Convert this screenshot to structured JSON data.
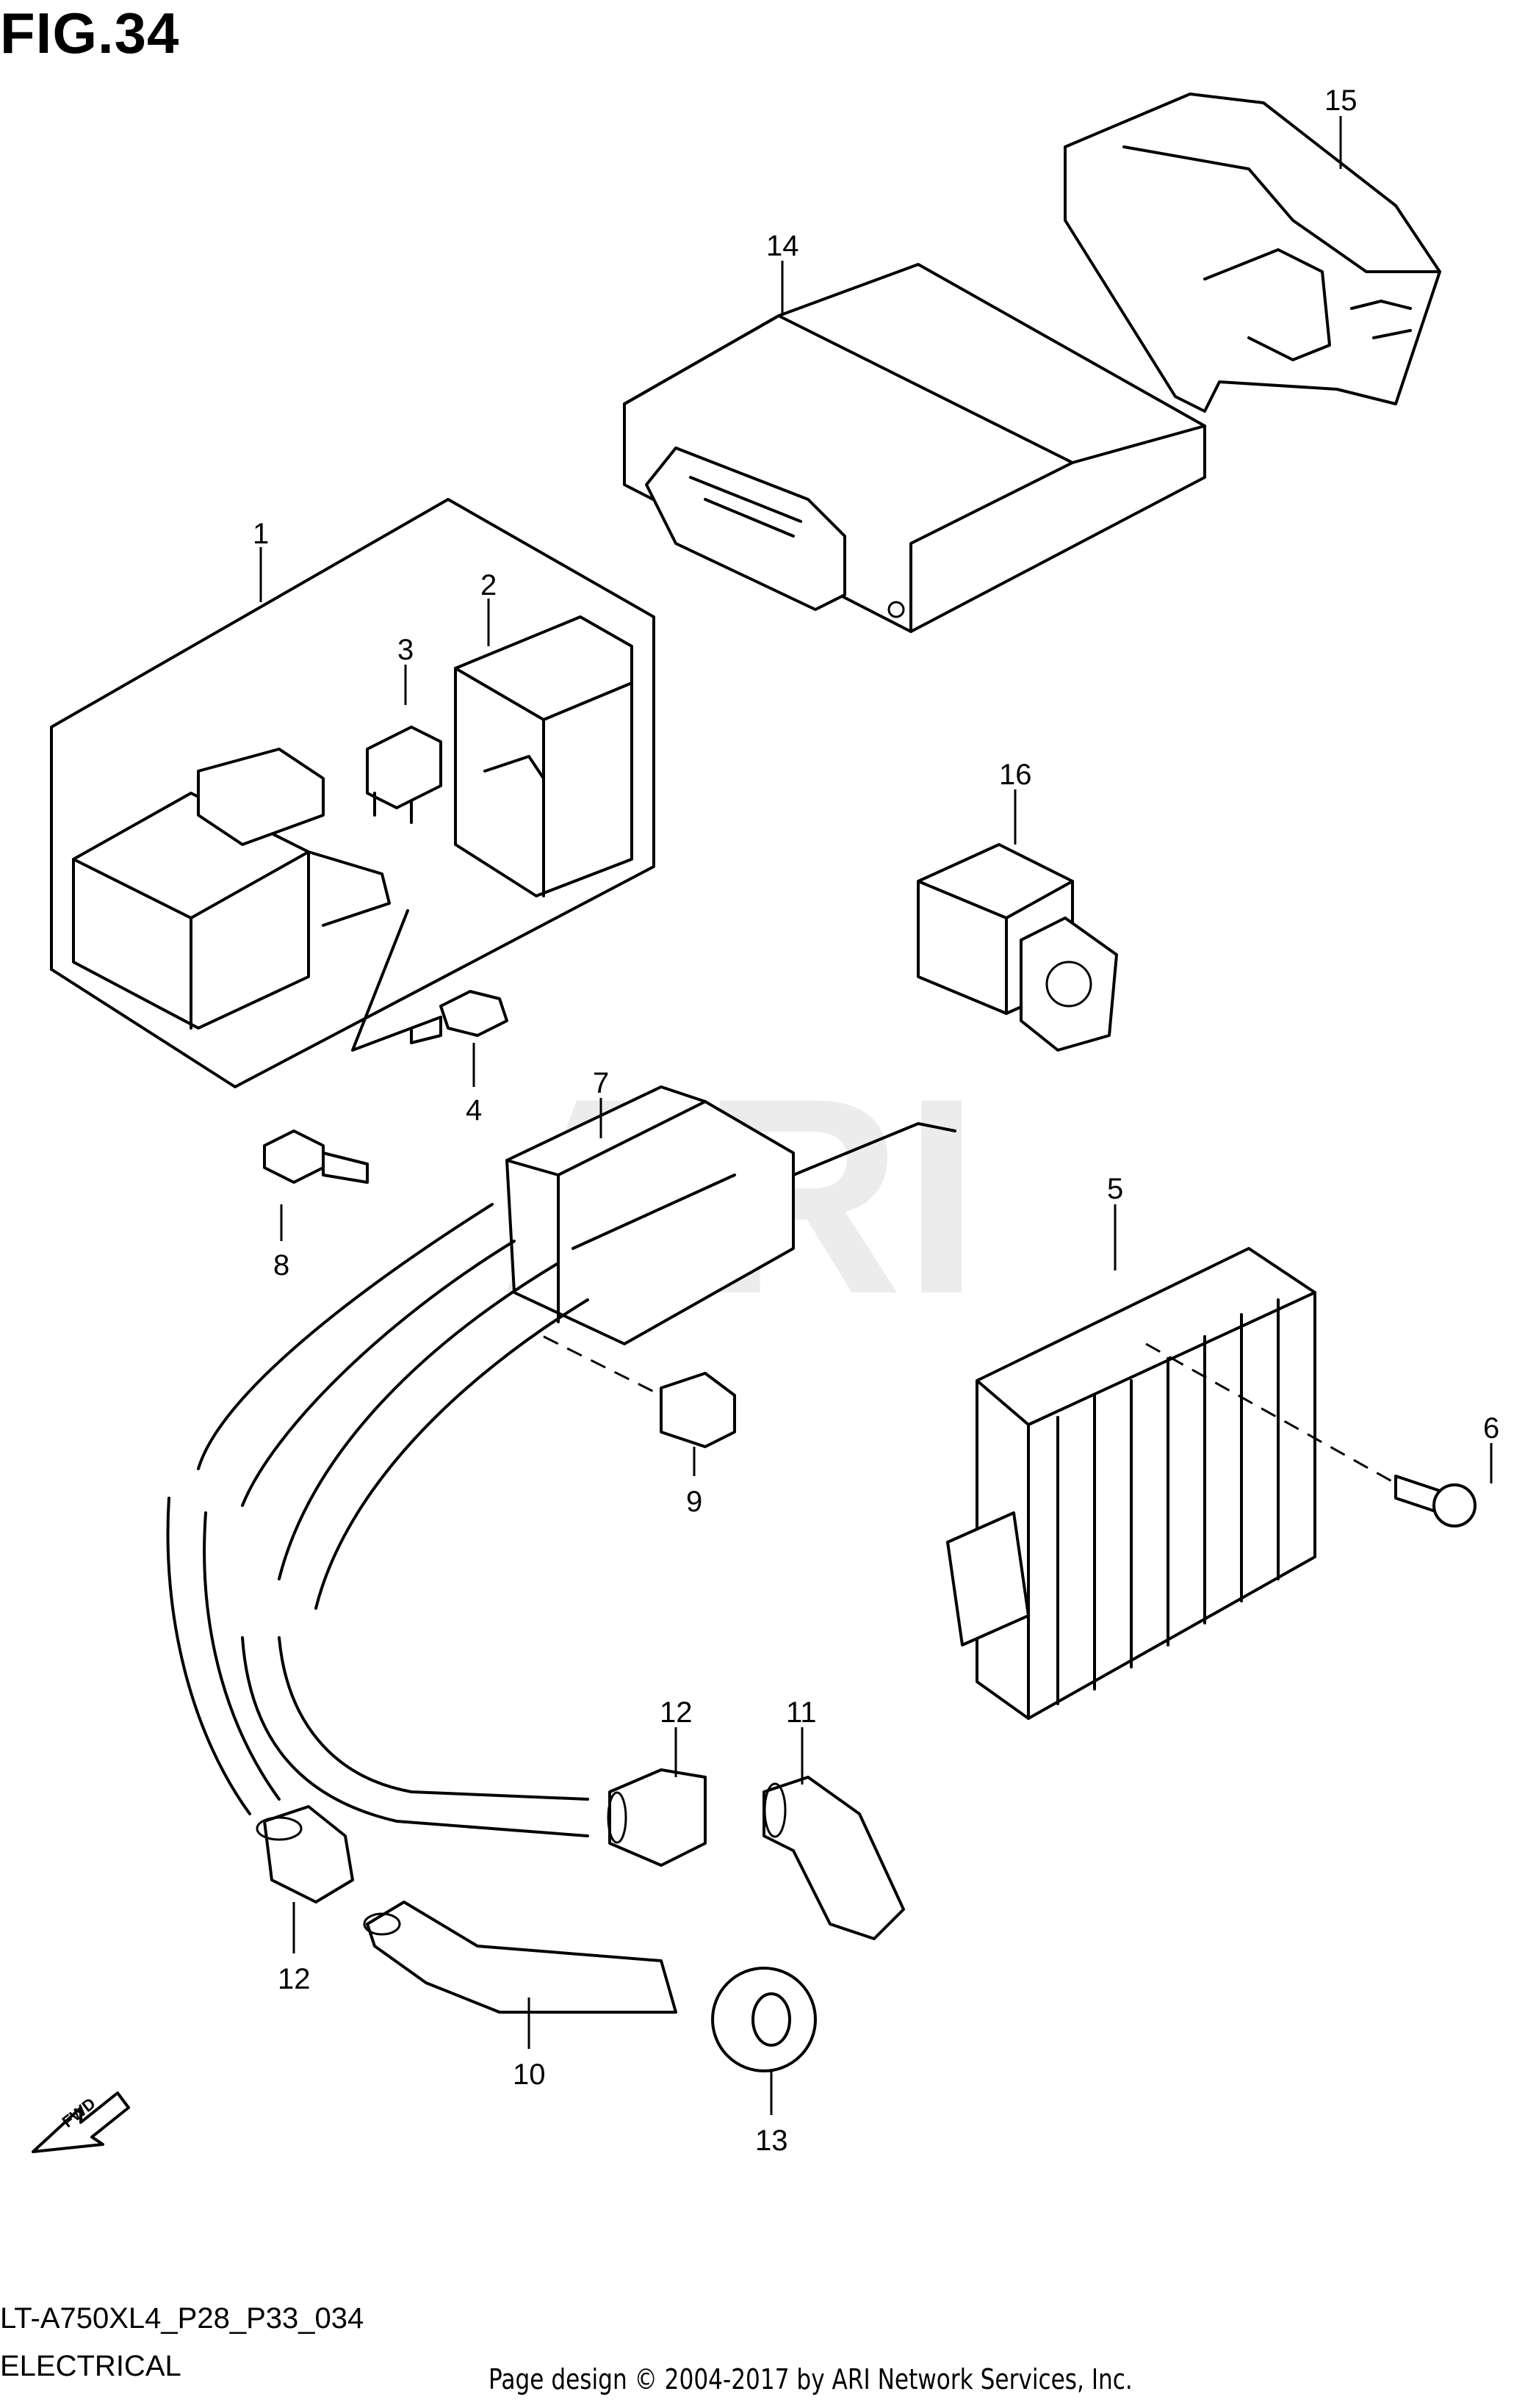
{
  "figure": {
    "title": "FIG.34"
  },
  "watermark": "ARI",
  "callouts": [
    "1",
    "2",
    "3",
    "4",
    "5",
    "6",
    "7",
    "8",
    "9",
    "10",
    "11",
    "12",
    "12",
    "13",
    "14",
    "15",
    "16"
  ],
  "fwd_label": "FWD",
  "footer": {
    "model_code": "LT-A750XL4_P28_P33_034",
    "section_name": "ELECTRICAL",
    "copyright": "Page design © 2004-2017 by ARI Network Services, Inc."
  }
}
